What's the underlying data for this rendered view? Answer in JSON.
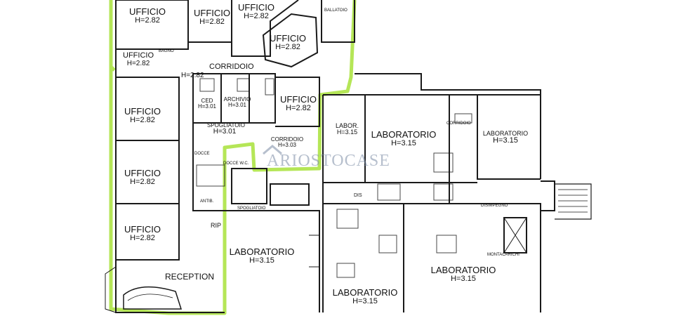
{
  "plan": {
    "accent_color": "#a8e23a",
    "wall_color": "#1a1a1a",
    "rooms": [
      {
        "key": "ufficio-1",
        "name": "UFFICIO",
        "height": "H=2.82"
      },
      {
        "key": "ufficio-2",
        "name": "UFFICIO",
        "height": "H=2.82"
      },
      {
        "key": "ufficio-3",
        "name": "UFFICIO",
        "height": "H=2.82"
      },
      {
        "key": "ufficio-4",
        "name": "UFFICIO",
        "height": "H=2.82"
      },
      {
        "key": "ufficio-5",
        "name": "UFFICIO",
        "height": "H=2.82"
      },
      {
        "key": "ufficio-6",
        "name": "UFFICIO",
        "height": "H=2.82"
      },
      {
        "key": "ufficio-7",
        "name": "UFFICIO",
        "height": "H=2.82"
      },
      {
        "key": "ufficio-8",
        "name": "UFFICIO",
        "height": "H=2.82"
      },
      {
        "key": "ufficio-9",
        "name": "UFFICIO",
        "height": "H=2.82"
      },
      {
        "key": "corridoio-1",
        "name": "CORRIDOIO",
        "height": "H=2.82"
      },
      {
        "key": "ced",
        "name": "CED",
        "height": "H=3.01"
      },
      {
        "key": "archivio",
        "name": "ARCHIVIO",
        "height": "H=3.01"
      },
      {
        "key": "spogliatoio-1",
        "name": "SPOGLIATOIO",
        "height": "H=3.01"
      },
      {
        "key": "corridoio-2",
        "name": "CORRIDOIO",
        "height": "H=3.03"
      },
      {
        "key": "labor-small",
        "name": "LABOR.",
        "height": "H=3.15"
      },
      {
        "key": "laboratorio-1",
        "name": "LABORATORIO",
        "height": "H=3.15"
      },
      {
        "key": "laboratorio-2",
        "name": "LABORATORIO",
        "height": "H=3.15"
      },
      {
        "key": "laboratorio-3",
        "name": "LABORATORIO",
        "height": "H=3.15"
      },
      {
        "key": "laboratorio-4",
        "name": "LABORATORIO",
        "height": "H=3.15"
      },
      {
        "key": "laboratorio-5",
        "name": "LABORATORIO",
        "height": "H=3.15"
      },
      {
        "key": "reception",
        "name": "RECEPTION",
        "height": ""
      }
    ],
    "small_labels": {
      "ballatoio": "BALLATOIO",
      "bagno": "BAGNO",
      "docce": "DOCCE",
      "docce_wc": "DOCCE W.C.",
      "spogliatoio": "SPOGLIATOIO",
      "antibagno": "ANTIB.",
      "rip": "RIP",
      "dis": "DIS",
      "disimpegno": "DISIMPEGNO",
      "corridoio_small": "CORRIDOIO",
      "montacarichi": "MONTACARICHI"
    },
    "watermark": {
      "brand": "ARIOSTOCASE",
      "color": "#7c8ca5"
    }
  }
}
